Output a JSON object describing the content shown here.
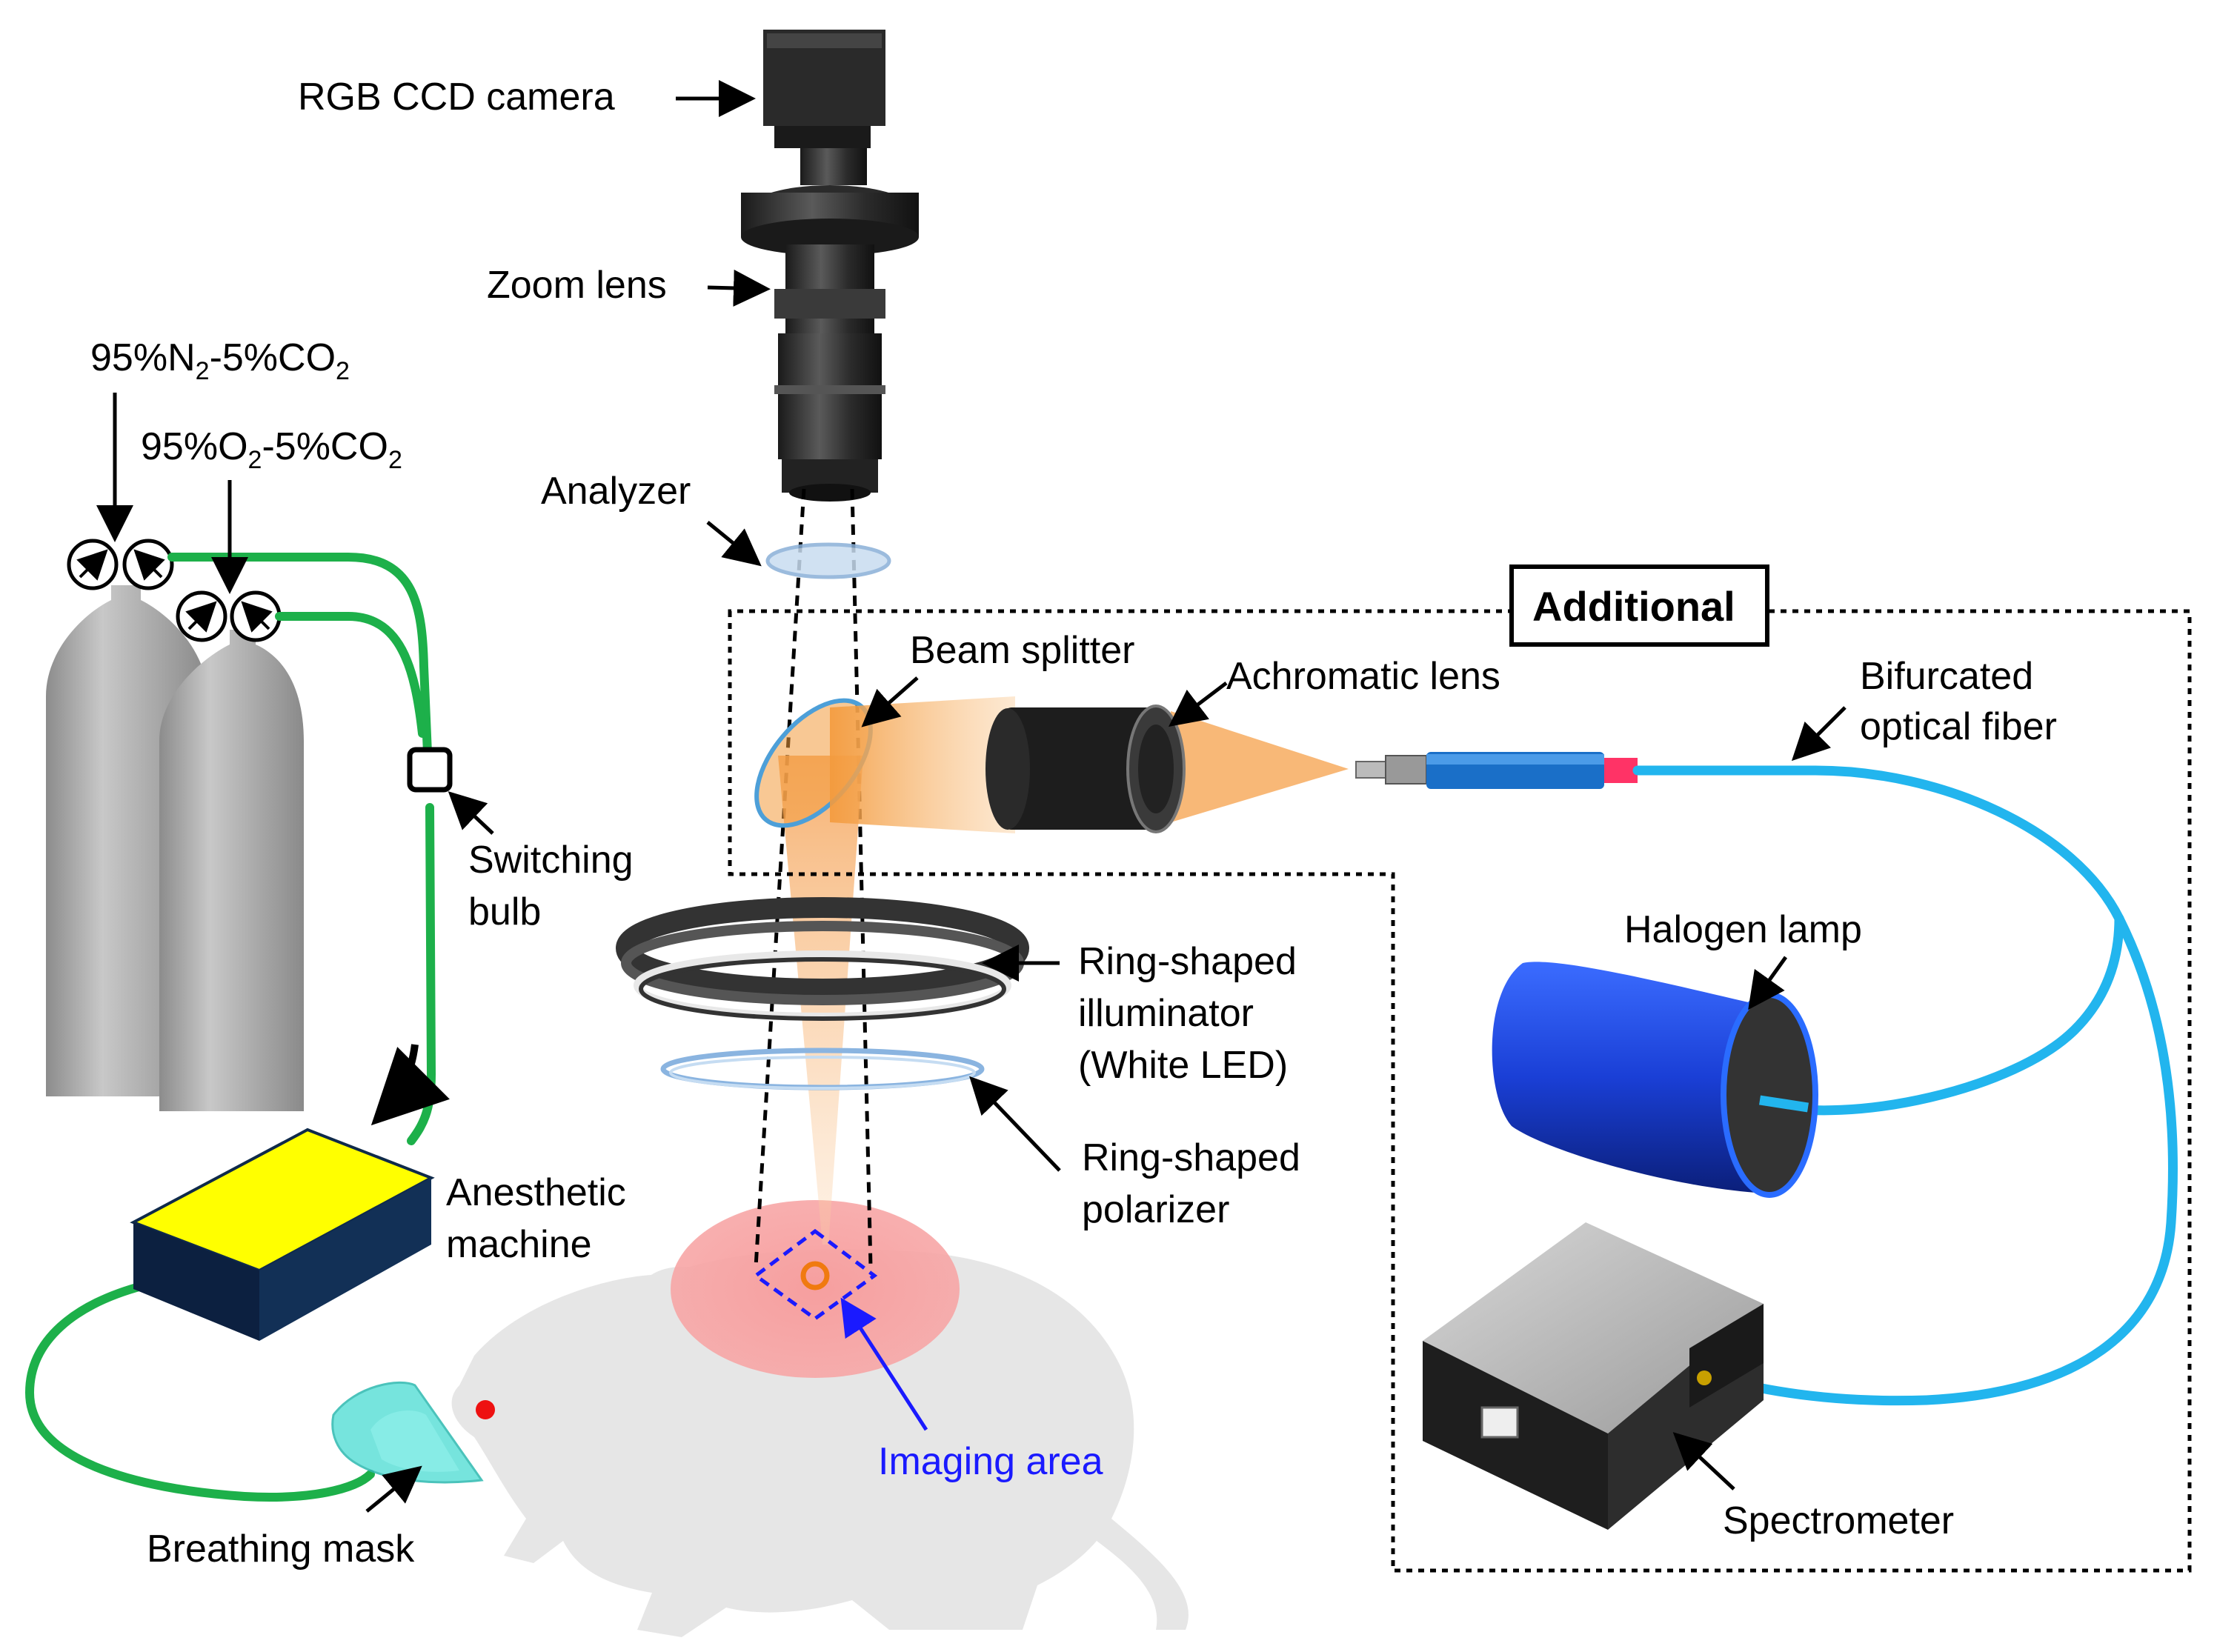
{
  "labels": {
    "rgb_ccd_camera": "RGB CCD camera",
    "zoom_lens": "Zoom lens",
    "analyzer": "Analyzer",
    "gas_n2": {
      "pre": "95%N",
      "sub1": "2",
      "mid": "-5%CO",
      "sub2": "2"
    },
    "gas_o2": {
      "pre": "95%O",
      "sub1": "2",
      "mid": "-5%CO",
      "sub2": "2"
    },
    "switching_bulb_line1": "Switching",
    "switching_bulb_line2": "bulb",
    "beam_splitter": "Beam splitter",
    "achromatic_lens": "Achromatic lens",
    "additional": "Additional",
    "bifurcated_line1": "Bifurcated",
    "bifurcated_line2": "optical fiber",
    "ring_illuminator_line1": "Ring-shaped",
    "ring_illuminator_line2": "illuminator",
    "ring_illuminator_line3": "(White LED)",
    "ring_polarizer_line1": "Ring-shaped",
    "ring_polarizer_line2": "polarizer",
    "halogen_lamp": "Halogen lamp",
    "anesthetic_line1": "Anesthetic",
    "anesthetic_line2": "machine",
    "imaging_area": "Imaging area",
    "breathing_mask": "Breathing mask",
    "spectrometer": "Spectrometer"
  },
  "colors": {
    "tubing": "#1db04a",
    "fiber": "#22b5ee",
    "lamp_body": "#1a3fd6",
    "anesthetic_top": "#ffff00",
    "anesthetic_body": "#0f2a4a",
    "imaging_area_text": "#1a1aff",
    "light_beam": "#f39a3c",
    "illumination_spot": "#f59a9a",
    "connector": "#1a6fc8",
    "connector_tip": "#ff3366",
    "mouse": "#e6e6e6",
    "cylinder": "#9d9d9d"
  },
  "icons": {
    "gauge": "pressure-gauge-icon",
    "bulb": "switching-bulb-icon"
  }
}
